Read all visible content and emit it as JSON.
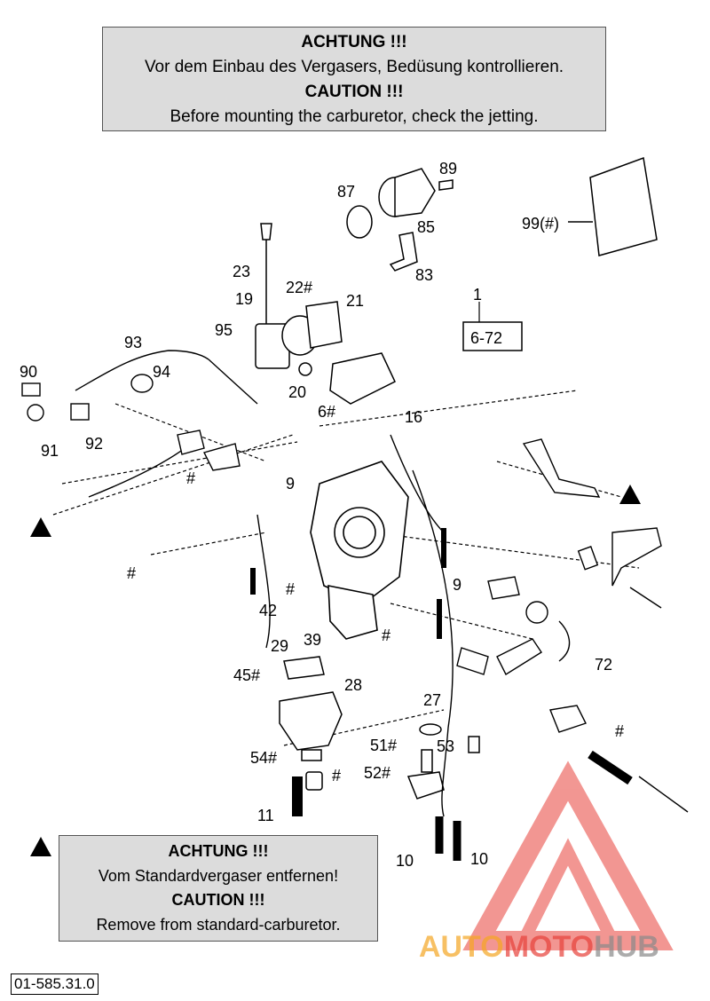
{
  "notice_top": {
    "line1": "ACHTUNG !!!",
    "line2": "Vor dem Einbau des Vergasers, Bedüsung kontrollieren.",
    "line3": "CAUTION !!!",
    "line4": "Before mounting the carburetor, check the jetting."
  },
  "notice_bottom": {
    "line1": "ACHTUNG !!!",
    "line2": "Vom Standardvergaser entfernen!",
    "line3": "CAUTION !!!",
    "line4": "Remove from standard-carburetor."
  },
  "labels": {
    "p89": "89",
    "p87": "87",
    "p85": "85",
    "p83": "83",
    "p99": "99(#)",
    "p23": "23",
    "p22": "22#",
    "p21": "21",
    "p19": "19",
    "p1": "1",
    "p672": "6-72",
    "p93": "93",
    "p95": "95",
    "p90": "90",
    "p94": "94",
    "p20": "20",
    "p6": "6#",
    "p16": "16",
    "p91": "91",
    "p92": "92",
    "hash1": "#",
    "p9a": "9",
    "hash2": "#",
    "hash3": "#",
    "p9b": "9",
    "p42": "42",
    "p39": "39",
    "hash4": "#",
    "p72": "72",
    "p29": "29",
    "p45": "45#",
    "p28": "28",
    "p27": "27",
    "hash5": "#",
    "p51": "51#",
    "p53": "53",
    "p54": "54#",
    "hash6": "#",
    "p52": "52#",
    "p11": "11",
    "p10a": "10",
    "p10b": "10"
  },
  "part_number": "01-585.31.0",
  "watermark": {
    "part1": "AUTO",
    "part2": "MOTO",
    "part3": "HUB"
  },
  "colors": {
    "watermark_red": "#e8413a",
    "watermark_orange": "#f5a623",
    "watermark_gray": "#8a8a8a",
    "notice_bg": "#dcdcdc"
  }
}
